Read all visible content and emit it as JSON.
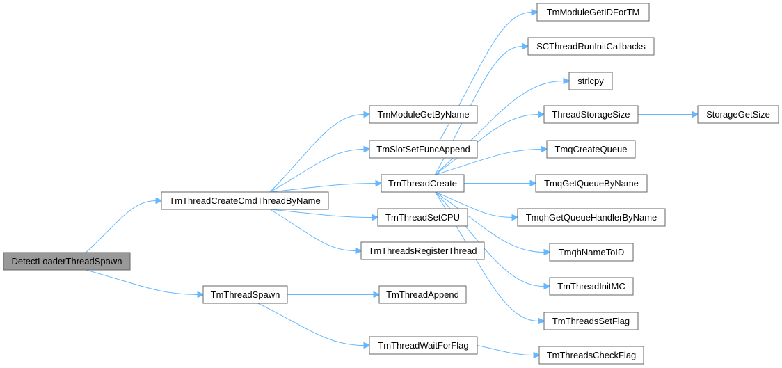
{
  "graph": {
    "nodes": {
      "detect_loader_thread_spawn": "DetectLoaderThreadSpawn",
      "tm_thread_create_cmd_thread_by_name": "TmThreadCreateCmdThreadByName",
      "tm_thread_spawn": "TmThreadSpawn",
      "tm_module_get_by_name": "TmModuleGetByName",
      "tm_slot_set_func_append": "TmSlotSetFuncAppend",
      "tm_thread_create": "TmThreadCreate",
      "tm_thread_set_cpu": "TmThreadSetCPU",
      "tm_threads_register_thread": "TmThreadsRegisterThread",
      "tm_thread_append": "TmThreadAppend",
      "tm_thread_wait_for_flag": "TmThreadWaitForFlag",
      "tm_module_get_id_for_tm": "TmModuleGetIDForTM",
      "sc_thread_run_init_callbacks": "SCThreadRunInitCallbacks",
      "strlcpy": "strlcpy",
      "thread_storage_size": "ThreadStorageSize",
      "storage_get_size": "StorageGetSize",
      "tmq_create_queue": "TmqCreateQueue",
      "tmq_get_queue_by_name": "TmqGetQueueByName",
      "tmqh_get_queue_handler_by_name": "TmqhGetQueueHandlerByName",
      "tmqh_name_to_id": "TmqhNameToID",
      "tm_thread_init_mc": "TmThreadInitMC",
      "tm_threads_set_flag": "TmThreadsSetFlag",
      "tm_threads_check_flag": "TmThreadsCheckFlag"
    },
    "root": "detect_loader_thread_spawn",
    "edges": [
      [
        "detect_loader_thread_spawn",
        "tm_thread_create_cmd_thread_by_name"
      ],
      [
        "detect_loader_thread_spawn",
        "tm_thread_spawn"
      ],
      [
        "tm_thread_create_cmd_thread_by_name",
        "tm_module_get_by_name"
      ],
      [
        "tm_thread_create_cmd_thread_by_name",
        "tm_slot_set_func_append"
      ],
      [
        "tm_thread_create_cmd_thread_by_name",
        "tm_thread_create"
      ],
      [
        "tm_thread_create_cmd_thread_by_name",
        "tm_thread_set_cpu"
      ],
      [
        "tm_thread_create_cmd_thread_by_name",
        "tm_threads_register_thread"
      ],
      [
        "tm_thread_spawn",
        "tm_thread_append"
      ],
      [
        "tm_thread_spawn",
        "tm_thread_wait_for_flag"
      ],
      [
        "tm_slot_set_func_append",
        "tm_module_get_id_for_tm"
      ],
      [
        "tm_thread_create",
        "sc_thread_run_init_callbacks"
      ],
      [
        "tm_thread_create",
        "strlcpy"
      ],
      [
        "tm_thread_create",
        "thread_storage_size"
      ],
      [
        "tm_thread_create",
        "tmq_create_queue"
      ],
      [
        "tm_thread_create",
        "tmq_get_queue_by_name"
      ],
      [
        "tm_thread_create",
        "tmqh_get_queue_handler_by_name"
      ],
      [
        "tm_thread_create",
        "tmqh_name_to_id"
      ],
      [
        "tm_thread_create",
        "tm_thread_init_mc"
      ],
      [
        "tm_thread_create",
        "tm_threads_set_flag"
      ],
      [
        "thread_storage_size",
        "storage_get_size"
      ],
      [
        "tm_thread_wait_for_flag",
        "tm_threads_check_flag"
      ]
    ]
  }
}
